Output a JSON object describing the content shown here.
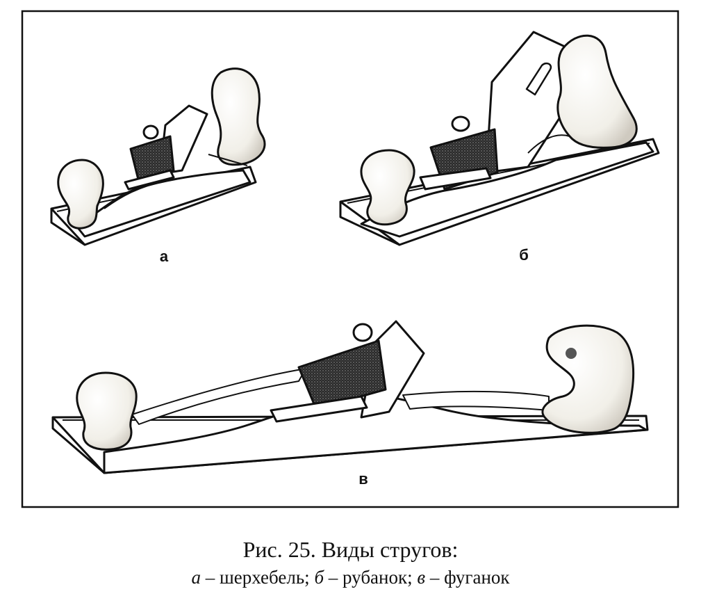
{
  "figure": {
    "panels": [
      {
        "id": "a",
        "label": "а"
      },
      {
        "id": "b",
        "label": "б"
      },
      {
        "id": "c",
        "label": "в"
      }
    ]
  },
  "caption": {
    "title": "Рис. 25. Виды стругов:",
    "legend": [
      {
        "letter": "а",
        "text": " – шерхебель; "
      },
      {
        "letter": "б",
        "text": " – рубанок; "
      },
      {
        "letter": "в",
        "text": " – фуганок"
      }
    ]
  },
  "colors": {
    "ink": "#111111",
    "paper": "#ffffff",
    "wood": "#f4f1ea",
    "shade": "#3a3a3a"
  }
}
